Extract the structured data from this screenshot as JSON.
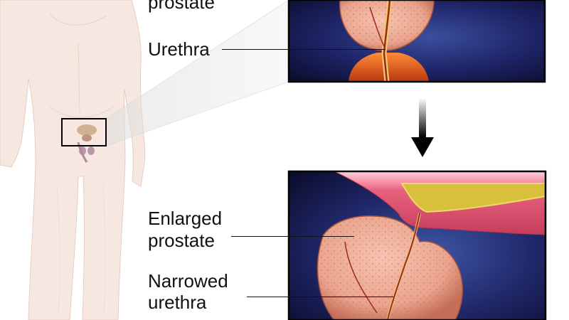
{
  "labels": {
    "normal_prostate_partial": "prostate",
    "urethra": "Urethra",
    "enlarged_line1": "Enlarged",
    "enlarged_line2": "prostate",
    "narrowed_line1": "Narrowed",
    "narrowed_line2": "urethra"
  },
  "colors": {
    "background": "#ffffff",
    "body_skin": "#f6e6de",
    "prostate_tissue": "#eea994",
    "urethra": "#9b2a1e",
    "bladder_wall": "#e9657f",
    "urine": "#d7c13c",
    "panel_background": "#1c1f5a",
    "arrow": "#000000"
  },
  "icons": {
    "arrow": "down-arrow-icon"
  }
}
